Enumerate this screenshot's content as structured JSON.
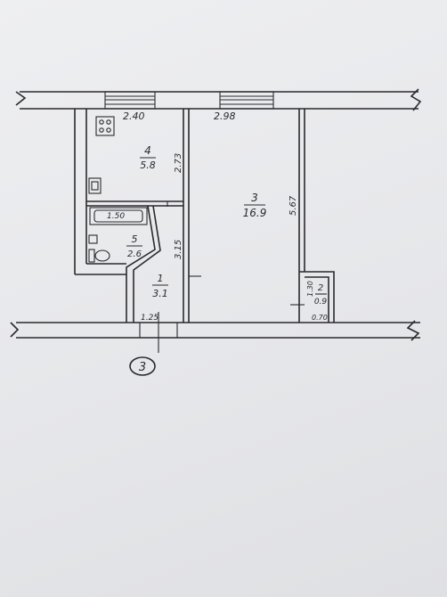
{
  "dimensions": {
    "kitchen_width": "2.40",
    "room_width": "2.98",
    "kitchen_depth": "2.73",
    "room_depth": "5.67",
    "hall_depth": "3.15",
    "bath_length": "1.50",
    "entrance_width": "1.25",
    "closet_depth": "1.30",
    "closet_width": "0.70"
  },
  "rooms": [
    {
      "number": "4",
      "area": "5.8"
    },
    {
      "number": "3",
      "area": "16.9"
    },
    {
      "number": "5",
      "area": "2.6"
    },
    {
      "number": "1",
      "area": "3.1"
    },
    {
      "number": "2",
      "area": "0.9"
    }
  ],
  "apartment_number": "3"
}
